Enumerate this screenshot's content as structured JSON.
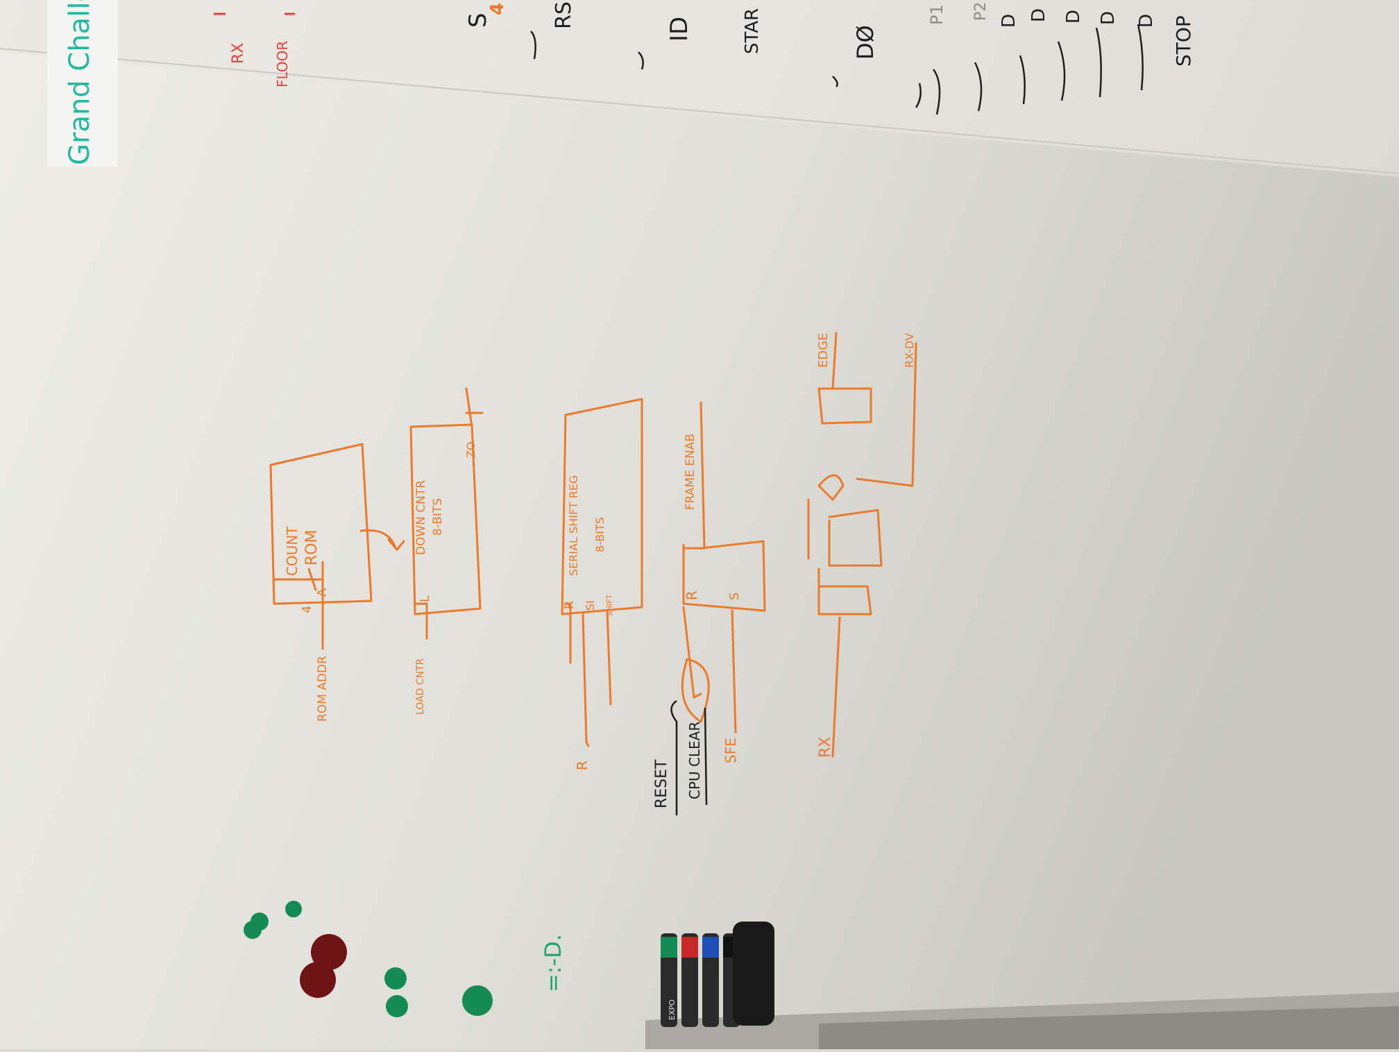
{
  "header": {
    "title": "Grand Challenge",
    "red_labels": [
      "RX",
      "FLOOR"
    ],
    "right_fragments": [
      "S",
      "4",
      "RS",
      "ID",
      "STAR",
      "DØ",
      "P1",
      "P2",
      "D",
      "D",
      "D",
      "D",
      "D",
      "STOP"
    ]
  },
  "diagram": {
    "count_rom": {
      "title": "COUNT",
      "subtitle": "ROM",
      "bus_width": "4",
      "port": "A"
    },
    "rom_addr": "ROM ADDR",
    "down_cnt": {
      "title": "DOWN CNTR",
      "subtitle": "8-BITS",
      "port_l": "L",
      "port_out": "ZO"
    },
    "load_cntr": "LOAD CNTR",
    "shift_reg": {
      "title": "SERIAL SHIFT REG",
      "subtitle": "8-BITS",
      "port_r": "R",
      "port_si": "SI",
      "port_shift": "SHIFT"
    },
    "r_input": "R",
    "flip_flop": {
      "port_r": "R",
      "port_s": "S"
    },
    "frame_enab": "FRAME ENAB",
    "sfe": "SFE",
    "reset": "RESET",
    "cpu_clear": "CPU CLEAR",
    "rx": "RX",
    "edge": "EDGE",
    "rx_dv": "RX-DV",
    "doodle": "=:-D."
  },
  "colors": {
    "board": "#e2e1dc",
    "orange": "#ec7a2a",
    "black": "#1d1d1d",
    "teal": "#21b9a3",
    "red": "#e8403f",
    "green_magnet": "#138b52",
    "red_magnet": "#6e1414"
  },
  "tray": {
    "markers": [
      "green-marker",
      "red-marker",
      "blue-marker",
      "black-marker"
    ],
    "marker_brand": "EXPO",
    "eraser": "eraser"
  }
}
